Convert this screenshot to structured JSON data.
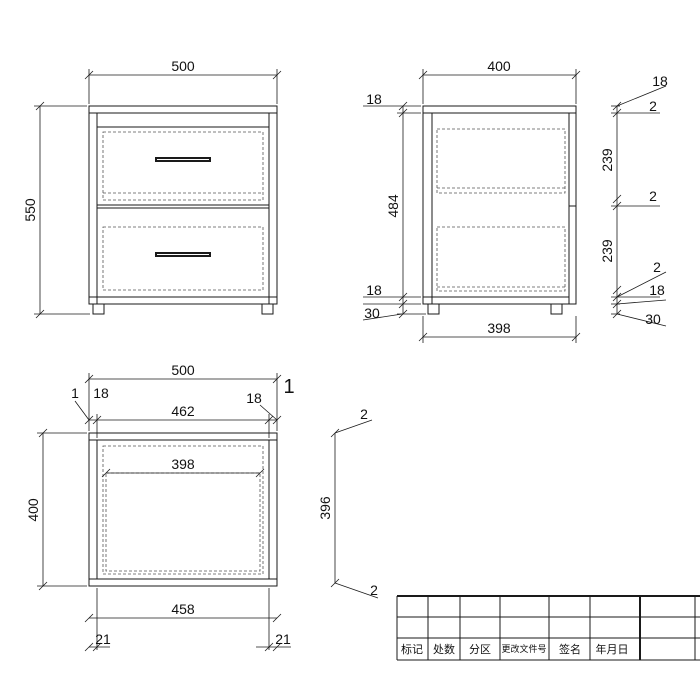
{
  "dims": {
    "front_width": "500",
    "front_height": "550",
    "side_depth": "400",
    "side_top": "18",
    "side_inner_height": "484",
    "side_bottom": "18",
    "side_leg": "30",
    "side_bottom_width": "398",
    "right_top_panel": "18",
    "right_gap_top": "2",
    "right_drawer_1": "239",
    "right_gap_mid": "2",
    "right_drawer_2": "239",
    "right_gap_bottom": "2",
    "right_bottom_panel": "18",
    "right_leg": "30",
    "plan_width": "500",
    "plan_inner": "462",
    "plan_left_offset": "1",
    "plan_left_panel": "18",
    "plan_right_panel": "18",
    "plan_right_mark": "1",
    "plan_drawer_width": "398",
    "plan_depth": "400",
    "plan_inner_depth": "396",
    "plan_gap_top": "2",
    "plan_gap_bottom": "2",
    "plan_bottom_width": "458",
    "plan_bottom_left": "21",
    "plan_bottom_right": "21"
  },
  "title_block": {
    "headers": [
      "标记",
      "处数",
      "分区",
      "更改文件号",
      "签名",
      "年月日"
    ]
  }
}
